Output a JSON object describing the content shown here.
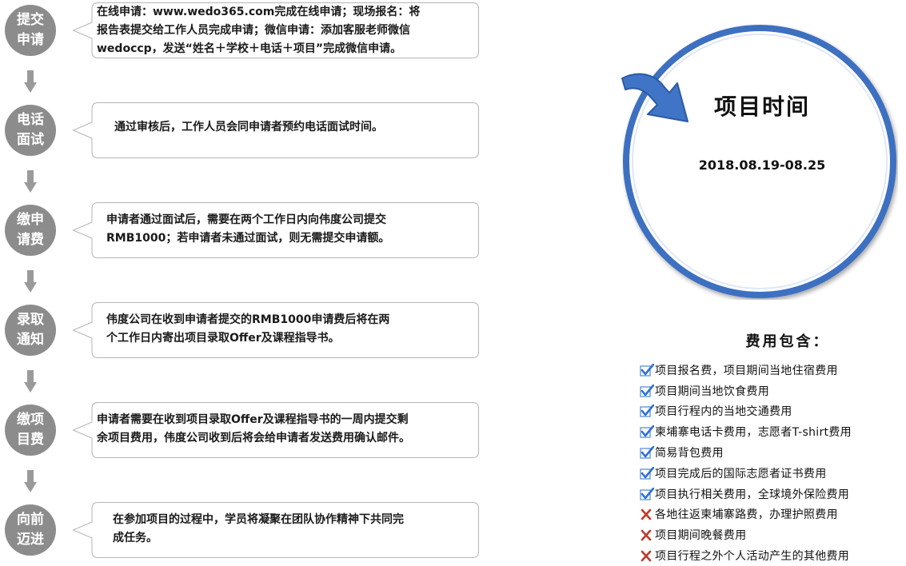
{
  "steps": [
    {
      "label_line1": "提交",
      "label_line2": "申请",
      "text_line1": "在线申请：www.wedo365.com完成在线申请；现场报名：将",
      "text_line2": "报告表提交给工作人员完成申请；微信申请：添加客服老师微信",
      "text_line3": "wedoccp，发送“姓名＋学校＋电话＋项目”完成微信申请。"
    },
    {
      "label_line1": "电话",
      "label_line2": "面试",
      "text_line1": "通过审核后，工作人员会同申请者预约电话面试时间。"
    },
    {
      "label_line1": "缴申",
      "label_line2": "请费",
      "text_line1": "申请者通过面试后，需要在两个工作日内向伟度公司提交",
      "text_line2": "RMB1000；若申请者未通过面试，则无需提交申请额。"
    },
    {
      "label_line1": "录取",
      "label_line2": "通知",
      "text_line1": "伟度公司在收到申请者提交的RMB1000申请费后将在两",
      "text_line2": "个工作日内寄出项目录取Offer及课程指导书。"
    },
    {
      "label_line1": "缴项",
      "label_line2": "目费",
      "text_line1": "申请者需要在收到项目录取Offer及课程指导书的一周内提交剩",
      "text_line2": "余项目费用，伟度公司收到后将会给申请者发送费用确认邮件。"
    },
    {
      "label_line1": "向前",
      "label_line2": "迈进",
      "text_line1": "在参加项目的过程中，学员将凝聚在团队协作精神下共同完",
      "text_line2": "成任务。"
    }
  ],
  "project": {
    "title": "项目时间",
    "date": "2018.08.19-08.25"
  },
  "fees": {
    "title": "费用包含：",
    "items": [
      {
        "text": "项目报名费，项目期间当地住宿费用",
        "included": true
      },
      {
        "text": "项目期间当地饮食费用",
        "included": true
      },
      {
        "text": "项目行程内的当地交通费用",
        "included": true
      },
      {
        "text": "柬埔寨电话卡费用，志愿者T-shirt费用",
        "included": true
      },
      {
        "text": "简易背包费用",
        "included": true
      },
      {
        "text": "项目完成后的国际志愿者证书费用",
        "included": true
      },
      {
        "text": "项目执行相关费用，全球境外保险费用",
        "included": true
      },
      {
        "text": "各地往返柬埔寨路费，办理护照费用",
        "included": false
      },
      {
        "text": "项目期间晚餐费用",
        "included": false
      },
      {
        "text": "项目行程之外个人活动产生的其他费用",
        "included": false
      }
    ]
  },
  "colors": {
    "step_circle": "#8c8c8c",
    "arrow": "#9a9a9a",
    "ring": "#3d70c0",
    "check": "#2f6fd6",
    "cross": "#c0392b"
  }
}
